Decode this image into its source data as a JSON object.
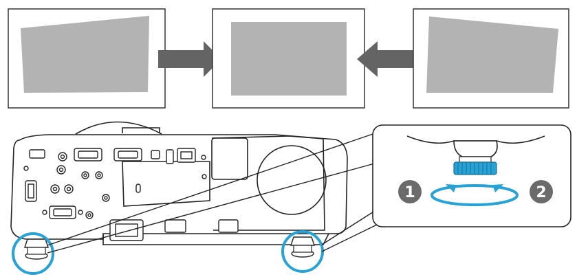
{
  "figure": {
    "panels": [
      {
        "id": "tilted-left",
        "skew": "left-low"
      },
      {
        "id": "level",
        "skew": "none"
      },
      {
        "id": "tilted-right",
        "skew": "right-low"
      }
    ],
    "arrows": [
      "right",
      "left"
    ],
    "steps": [
      {
        "number": "1",
        "direction": "counter-clockwise"
      },
      {
        "number": "2",
        "direction": "clockwise"
      }
    ],
    "colors": {
      "panel_fill": "#b3b3b3",
      "panel_border": "#333333",
      "arrow": "#646464",
      "highlight": "#27a2d6",
      "step_badge": "#6b6b6b",
      "line": "#222222"
    },
    "icons": [
      "adjustable-foot-icon",
      "rotation-arrow-icon"
    ]
  }
}
